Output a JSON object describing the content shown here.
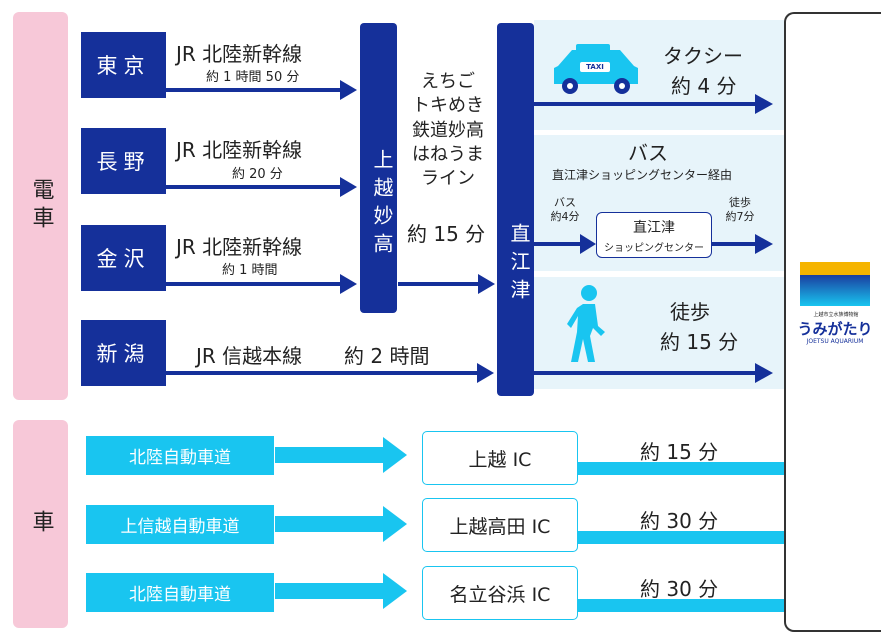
{
  "categories": {
    "train": "電車",
    "car": "車"
  },
  "origins": [
    {
      "city": "東京",
      "line": "JR 北陸新幹線",
      "time": "約 1 時間 50 分"
    },
    {
      "city": "長野",
      "line": "JR 北陸新幹線",
      "time": "約 20 分"
    },
    {
      "city": "金沢",
      "line": "JR 北陸新幹線",
      "time": "約 1 時間"
    },
    {
      "city": "新潟",
      "line": "JR 信越本線",
      "time": "約 2 時間"
    }
  ],
  "stations": {
    "joetsu_myoko": "上越妙高",
    "naoetsu": "直江津"
  },
  "echigo_line": {
    "name": "えちご\nトキめき\n鉄道妙高\nはねうま\nライン",
    "time": "約 15 分"
  },
  "from_naoetsu": {
    "taxi": {
      "label": "タクシー",
      "time": "約 4 分",
      "sign": "TAXI"
    },
    "bus": {
      "label": "バス",
      "via": "直江津ショッピングセンター経由",
      "bus_leg": "バス\n約4分",
      "stop_name": "直江津",
      "stop_sub": "ショッピングセンター",
      "walk_leg": "徒歩\n約7分"
    },
    "walk": {
      "label": "徒歩",
      "time": "約 15 分"
    }
  },
  "car_routes": [
    {
      "road": "北陸自動車道",
      "ic": "上越 IC",
      "time": "約 15 分"
    },
    {
      "road": "上信越自動車道",
      "ic": "上越高田 IC",
      "time": "約 30 分"
    },
    {
      "road": "北陸自動車道",
      "ic": "名立谷浜 IC",
      "time": "約 30 分"
    }
  ],
  "destination": {
    "small": "上越市立水族博物館",
    "name": "うみがたり",
    "sub": "JOETSU AQUARIUM"
  },
  "colors": {
    "navy": "#15309a",
    "cyan": "#19c5f0",
    "pink": "#f7c8d8",
    "panel": "#e7f4fa"
  }
}
